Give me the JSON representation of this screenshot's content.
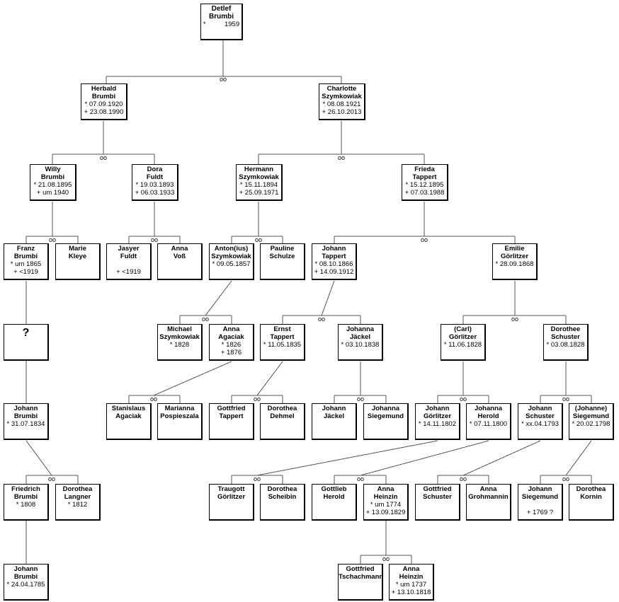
{
  "marriage_symbol": "oo",
  "persons": [
    {
      "id": "detlef",
      "fn": "Detlef",
      "ln": "Brumbi",
      "b": "*          1959",
      "d": ""
    },
    {
      "id": "herbald",
      "fn": "Herbald",
      "ln": "Brumbi",
      "b": "* 07.09.1920",
      "d": "+ 23.08.1990"
    },
    {
      "id": "charlotte",
      "fn": "Charlotte",
      "ln": "Szymkowiak",
      "b": "* 08.08.1921",
      "d": "+ 26.10.2013"
    },
    {
      "id": "willy",
      "fn": "Willy",
      "ln": "Brumbi",
      "b": "* 21.08.1895",
      "d": "+ um 1940"
    },
    {
      "id": "dora",
      "fn": "Dora",
      "ln": "Fuldt",
      "b": "* 19.03.1893",
      "d": "+ 06.03.1933"
    },
    {
      "id": "hermann",
      "fn": "Hermann",
      "ln": "Szymkowiak",
      "b": "* 15.11.1894",
      "d": "+ 25.09.1971"
    },
    {
      "id": "frieda",
      "fn": "Frieda",
      "ln": "Tappert",
      "b": "* 15.12.1895",
      "d": "+ 07.03.1988"
    },
    {
      "id": "franz",
      "fn": "Franz",
      "ln": "Brumbi",
      "b": "* um 1865",
      "d": "+ <1919"
    },
    {
      "id": "marie",
      "fn": "Marie",
      "ln": "Kleye",
      "b": "",
      "d": ""
    },
    {
      "id": "jasyer",
      "fn": "Jasyer",
      "ln": "Fuldt",
      "b": "",
      "d": "+ <1919"
    },
    {
      "id": "anna_voss",
      "fn": "Anna",
      "ln": "Voß",
      "b": "",
      "d": ""
    },
    {
      "id": "antonius",
      "fn": "Anton(ius)",
      "ln": "Szymkowiak",
      "b": "* 09.05.1857",
      "d": ""
    },
    {
      "id": "pauline",
      "fn": "Pauline",
      "ln": "Schulze",
      "b": "",
      "d": ""
    },
    {
      "id": "johann_tappert",
      "fn": "Johann",
      "ln": "Tappert",
      "b": "* 08.10.1866",
      "d": "+ 14.09.1912"
    },
    {
      "id": "emilie",
      "fn": "Emilie",
      "ln": "Görlitzer",
      "b": "* 28.09.1868",
      "d": ""
    },
    {
      "id": "unknown",
      "fn": "",
      "ln": "?",
      "b": "",
      "d": ""
    },
    {
      "id": "michael",
      "fn": "Michael",
      "ln": "Szymkowiak",
      "b": "* 1828",
      "d": ""
    },
    {
      "id": "anna_agaciak",
      "fn": "Anna",
      "ln": "Agaciak",
      "b": "* 1826",
      "d": "+ 1876"
    },
    {
      "id": "ernst",
      "fn": "Ernst",
      "ln": "Tappert",
      "b": "* 11.05.1835",
      "d": ""
    },
    {
      "id": "johanna_jaeckel",
      "fn": "Johanna",
      "ln": "Jäckel",
      "b": "* 03.10.1838",
      "d": ""
    },
    {
      "id": "carl",
      "fn": "(Carl)",
      "ln": "Görlitzer",
      "b": "* 11.06.1828",
      "d": ""
    },
    {
      "id": "dorothee",
      "fn": "Dorothee",
      "ln": "Schuster",
      "b": "* 03.08.1828",
      "d": ""
    },
    {
      "id": "johann_brumbi_1834",
      "fn": "Johann",
      "ln": "Brumbi",
      "b": "* 31.07.1834",
      "d": ""
    },
    {
      "id": "stanislaus",
      "fn": "Stanislaus",
      "ln": "Agaciak",
      "b": "",
      "d": ""
    },
    {
      "id": "marianna",
      "fn": "Marianna",
      "ln": "Pospieszala",
      "b": "",
      "d": ""
    },
    {
      "id": "gottfried_tappert",
      "fn": "Gottfried",
      "ln": "Tappert",
      "b": "",
      "d": ""
    },
    {
      "id": "dorothea_dehmel",
      "fn": "Dorothea",
      "ln": "Dehmel",
      "b": "",
      "d": ""
    },
    {
      "id": "johann_jaeckel",
      "fn": "Johann",
      "ln": "Jäckel",
      "b": "",
      "d": ""
    },
    {
      "id": "johanna_siegemund",
      "fn": "Johanna",
      "ln": "Siegemund",
      "b": "",
      "d": ""
    },
    {
      "id": "johann_goerlitzer",
      "fn": "Johann",
      "ln": "Görlitzer",
      "b": "* 14.11.1802",
      "d": ""
    },
    {
      "id": "johanna_herold",
      "fn": "Johanna",
      "ln": "Herold",
      "b": "* 07.11.1800",
      "d": ""
    },
    {
      "id": "johann_schuster",
      "fn": "Johann",
      "ln": "Schuster",
      "b": "* xx.04.1793",
      "d": ""
    },
    {
      "id": "johanne_siegemund",
      "fn": "(Johanne)",
      "ln": "Siegemund",
      "b": "* 20.02.1798",
      "d": ""
    },
    {
      "id": "friedrich",
      "fn": "Friedrich",
      "ln": "Brumbi",
      "b": "* 1808",
      "d": ""
    },
    {
      "id": "dorothea_langner",
      "fn": "Dorothea",
      "ln": "Langner",
      "b": "* 1812",
      "d": ""
    },
    {
      "id": "traugott",
      "fn": "Traugott",
      "ln": "Görlitzer",
      "b": "",
      "d": ""
    },
    {
      "id": "dorothea_scheibin",
      "fn": "Dorothea",
      "ln": "Scheibin",
      "b": "",
      "d": ""
    },
    {
      "id": "gottlieb",
      "fn": "Gottlieb",
      "ln": "Herold",
      "b": "",
      "d": ""
    },
    {
      "id": "anna_heinzin_1774",
      "fn": "Anna",
      "ln": "Heinzin",
      "b": "* um 1774",
      "d": "+ 13.09.1829"
    },
    {
      "id": "gottfried_schuster",
      "fn": "Gottfried",
      "ln": "Schuster",
      "b": "",
      "d": ""
    },
    {
      "id": "anna_grohmannin",
      "fn": "Anna",
      "ln": "Grohmannin",
      "b": "",
      "d": ""
    },
    {
      "id": "johann_siegemund",
      "fn": "Johann",
      "ln": "Siegemund",
      "b": "",
      "d": "+ 1769 ?"
    },
    {
      "id": "dorothea_kornin",
      "fn": "Dorothea",
      "ln": "Kornin",
      "b": "",
      "d": ""
    },
    {
      "id": "johann_brumbi_1785",
      "fn": "Johann",
      "ln": "Brumbi",
      "b": "* 24.04.1785",
      "d": ""
    },
    {
      "id": "gottfried_tschachmann",
      "fn": "Gottfried",
      "ln": "Tschachmann",
      "b": "",
      "d": ""
    },
    {
      "id": "anna_heinzin_1737",
      "fn": "Anna",
      "ln": "Heinzin",
      "b": "* um 1737",
      "d": "+ 13.10.1818"
    }
  ]
}
